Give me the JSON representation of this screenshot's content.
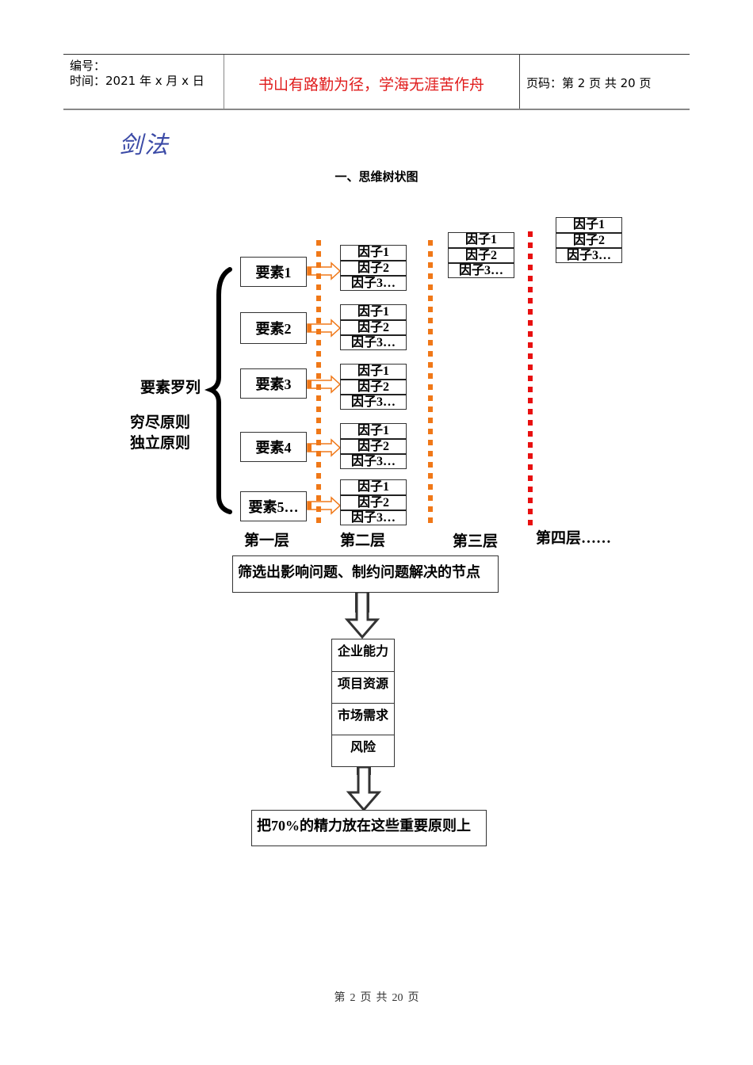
{
  "header": {
    "serial_label": "编号：",
    "date_label": "时间：2021 年 x 月 x 日",
    "motto": "书山有路勤为径，学海无涯苦作舟",
    "page_info": "页码：第 2 页  共 20 页"
  },
  "logo_text": "剑法",
  "section_title": "一、思维树状图",
  "diagram": {
    "elements": [
      "要素1",
      "要素2",
      "要素3",
      "要素4",
      "要素5…"
    ],
    "factor_labels": [
      "因子1",
      "因子2",
      "因子3…"
    ],
    "brace_label": "要素罗列",
    "principles": [
      "穷尽原则",
      "独立原则"
    ],
    "layers": [
      "第一层",
      "第二层",
      "第三层",
      "第四层……"
    ],
    "filter_box": "筛选出影响问题、制约问题解决的节点",
    "key_nodes": [
      "企业能力",
      "项目资源",
      "市场需求",
      "风险"
    ],
    "conclusion_box": "把70%的精力放在这些重要原则上",
    "colors": {
      "layer_divider_2_3": "#f07818",
      "layer_divider_4": "#e81010",
      "arrow_orange": "#f07818",
      "arrow_dark": "#333333"
    }
  },
  "footer": {
    "prefix": "第",
    "page": "2",
    "mid1": "页",
    "mid2": "共",
    "total": "20",
    "suffix": "页"
  }
}
